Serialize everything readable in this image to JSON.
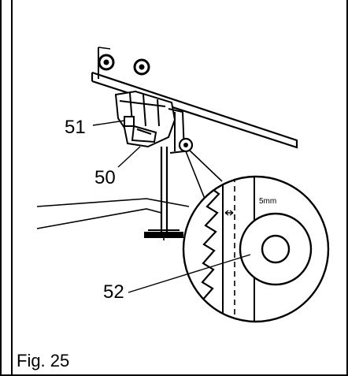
{
  "figure": {
    "caption": "Fig. 25",
    "callouts": {
      "part_51": "51",
      "part_50": "50",
      "part_52": "52"
    },
    "magnified_measure": "5mm"
  }
}
